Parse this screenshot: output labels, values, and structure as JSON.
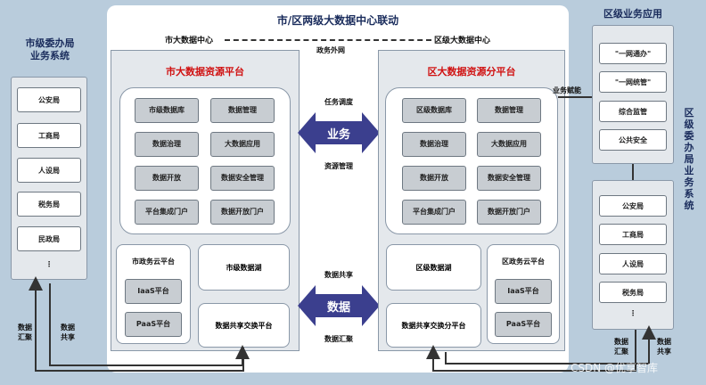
{
  "main_title": "市/区两级大数据中心联动",
  "city_center": "市大数据中心",
  "district_center": "区级大数据中心",
  "gov_net": "政务外网",
  "left_sys_title": "市级委办局\n业务系统",
  "left_sys_items": [
    "公安局",
    "工商局",
    "人设局",
    "税务局",
    "民政局",
    "⋮"
  ],
  "right_apps_title": "区级业务应用",
  "right_apps_items": [
    "\"一网通办\"",
    "\"一网统管\"",
    "综合监管",
    "公共安全"
  ],
  "right_sys_title": "区级委办局业务系统",
  "right_sys_items": [
    "公安局",
    "工商局",
    "人设局",
    "税务局",
    "⋮"
  ],
  "city_platform_title": "市大数据资源平台",
  "city_platform_items": [
    "市级数据库",
    "数据管理",
    "数据治理",
    "大数据应用",
    "数据开放",
    "数据安全管理",
    "平台集成门户",
    "数据开放门户"
  ],
  "district_platform_title": "区大数据资源分平台",
  "district_platform_items": [
    "区级数据库",
    "数据管理",
    "数据治理",
    "大数据应用",
    "数据开放",
    "数据安全管理",
    "平台集成门户",
    "数据开放门户"
  ],
  "city_cloud_title": "市政务云平台",
  "city_cloud_items": [
    "IaaS平台",
    "PaaS平台"
  ],
  "city_lake": "市级数据湖",
  "city_exchange": "数据共享交换平台",
  "district_lake": "区级数据湖",
  "district_exchange": "数据共享交换分平台",
  "district_cloud_title": "区政务云平台",
  "district_cloud_items": [
    "IaaS平台",
    "PaaS平台"
  ],
  "arrow_business": "业务",
  "arrow_data": "数据",
  "task_dispatch": "任务调度",
  "resource_manage": "资源管理",
  "data_share": "数据共享",
  "data_collect": "数据汇聚",
  "business_enable": "业务赋能",
  "left_labels": [
    "数据\n汇聚",
    "数据\n共享"
  ],
  "right_labels": [
    "数据\n汇聚",
    "数据\n共享"
  ],
  "watermark": "CSDN @优享智库",
  "colors": {
    "accent": "#1a2c5c",
    "red": "#d01010",
    "arrow": "#3b3f8e"
  }
}
